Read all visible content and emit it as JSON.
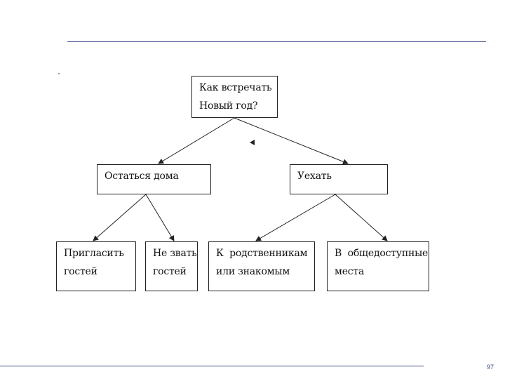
{
  "diagram": {
    "root": {
      "line1": "Как встречать",
      "line2": "Новый год?"
    },
    "home": {
      "line1": "Остаться дома"
    },
    "away": {
      "line1": "Уехать"
    },
    "invite": {
      "line1": "Пригласить",
      "line2": "гостей"
    },
    "no_invite": {
      "line1": "Не звать",
      "line2": "гостей"
    },
    "relatives": {
      "line1": "К  родственникам",
      "line2": "или знакомым"
    },
    "public": {
      "line1": "В  общедоступные",
      "line2": "места"
    }
  },
  "footer": {
    "page_number": "97"
  },
  "colors": {
    "rule": "#3b4a8a",
    "box_border": "#222222"
  }
}
